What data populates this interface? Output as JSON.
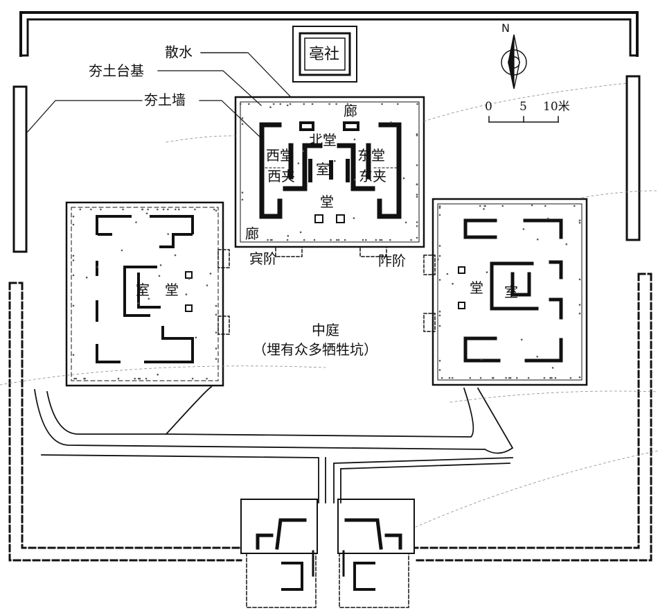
{
  "labels": {
    "shrine": "亳社",
    "drainage": "散水",
    "rammed_platform": "夯土台基",
    "rammed_wall": "夯土墙",
    "corridor_north": "廊",
    "north_hall": "北堂",
    "west_hall": "西堂",
    "west_side_room": "西夹",
    "center_room": "室",
    "east_hall": "东堂",
    "east_side_room": "东夹",
    "main_hall": "堂",
    "corridor_west": "廊",
    "guest_steps": "宾阶",
    "host_steps": "阼阶",
    "west_room": "室",
    "west_hall_side": "堂",
    "east_hall_side": "堂",
    "east_room": "室",
    "courtyard": "中庭",
    "courtyard_note": "（埋有众多牺牲坑）"
  },
  "compass": {
    "north": "N"
  },
  "scale": {
    "tick0": "0",
    "tick1": "5",
    "tick2": "10米"
  },
  "colors": {
    "ink": "#111111",
    "paper": "#ffffff",
    "stipple": "#555555"
  }
}
